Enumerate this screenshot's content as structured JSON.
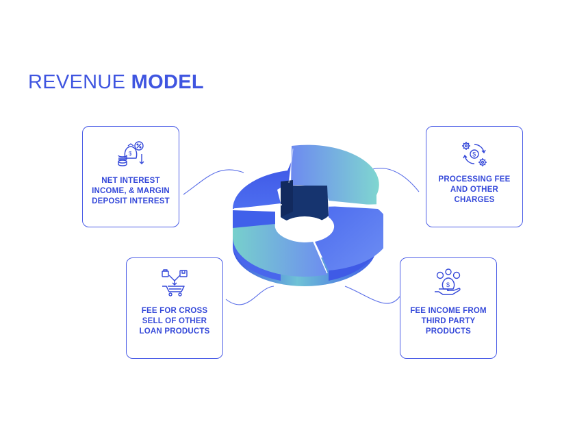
{
  "title": {
    "light": "REVENUE ",
    "bold": "MODEL"
  },
  "colors": {
    "accent": "#3f55e0",
    "label": "#3448d9",
    "border": "#4a5ce6",
    "ring_blue": "#4562ec",
    "ring_teal": "#7dd3cf",
    "ring_inner_dark": "#15336e"
  },
  "cards": [
    {
      "id": "net-interest",
      "icon": "money-percent-icon",
      "label": "NET INTEREST INCOME, & MARGIN DEPOSIT INTEREST"
    },
    {
      "id": "processing-fee",
      "icon": "gears-dollar-cycle-icon",
      "label": "PROCESSING FEE AND OTHER CHARGES"
    },
    {
      "id": "cross-sell",
      "icon": "shopping-cart-products-icon",
      "label": "FEE FOR CROSS SELL OF OTHER LOAN PRODUCTS"
    },
    {
      "id": "third-party",
      "icon": "hand-money-bag-icon",
      "label": "FEE INCOME FROM THIRD PARTY PRODUCTS"
    }
  ]
}
